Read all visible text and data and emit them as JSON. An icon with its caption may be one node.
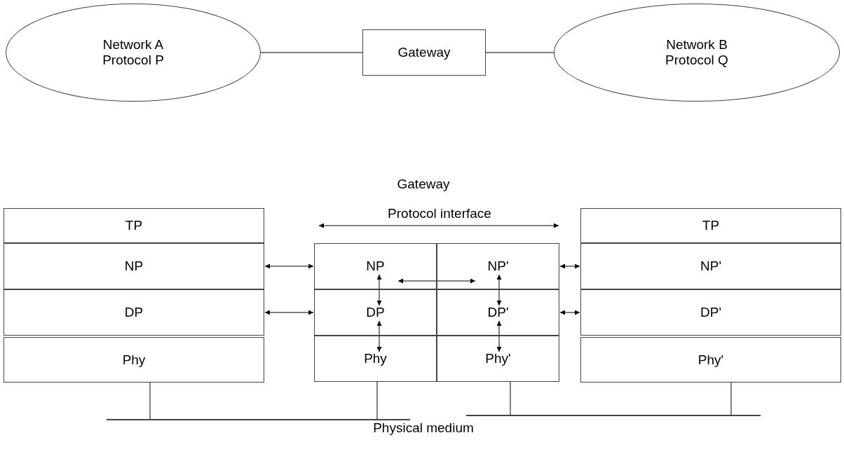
{
  "diagram": {
    "nodes": [
      {
        "text": [
          "Network A Protocol P"
        ]
      },
      {
        "text": [
          "Gateway"
        ]
      },
      {
        "text": [
          "Network B Protocol Q"
        ]
      },
      {
        "text": [
          "TP"
        ]
      },
      {
        "text": [
          "NP"
        ]
      },
      {
        "text": [
          "DP"
        ]
      },
      {
        "text": [
          "Phy"
        ]
      },
      {
        "text": [
          "NP"
        ]
      },
      {
        "text": [
          "NP'"
        ]
      },
      {
        "text": [
          "DP"
        ]
      },
      {
        "text": [
          "DP'"
        ]
      },
      {
        "text": [
          "Phy"
        ]
      },
      {
        "text": [
          "Phy'"
        ]
      },
      {
        "text": [
          "TP"
        ]
      },
      {
        "text": [
          "NP'"
        ]
      },
      {
        "text": [
          "DP'"
        ]
      },
      {
        "text": [
          "Phy'"
        ]
      },
      {
        "text": [],
        "shape": "bar"
      },
      {
        "text": [],
        "shape": "bar"
      }
    ],
    "edges": [
      {
        "from": 0,
        "to": 1,
        "arrow": "none"
      },
      {
        "from": 1,
        "to": 2,
        "arrow": "none"
      },
      {
        "from": 4,
        "to": 7,
        "arrow": "both"
      },
      {
        "from": 7,
        "to": 8,
        "arrow": "both"
      },
      {
        "from": 8,
        "to": 14,
        "arrow": "both"
      },
      {
        "from": 7,
        "to": 9,
        "arrow": "both"
      },
      {
        "from": 8,
        "to": 10,
        "arrow": "both"
      },
      {
        "from": 5,
        "to": 9,
        "arrow": "both"
      },
      {
        "from": 10,
        "to": 15,
        "arrow": "both"
      },
      {
        "from": 9,
        "to": 11,
        "arrow": "both"
      },
      {
        "from": 10,
        "to": 12,
        "arrow": "both"
      },
      {
        "from": 6,
        "to": 17,
        "arrow": "none"
      },
      {
        "from": 11,
        "to": 17,
        "arrow": "none"
      },
      {
        "from": 12,
        "to": 18,
        "arrow": "none"
      },
      {
        "from": 16,
        "to": 18,
        "arrow": "none"
      }
    ],
    "labels": [
      "Gateway",
      "Protocol interface",
      "Physical medium"
    ]
  }
}
